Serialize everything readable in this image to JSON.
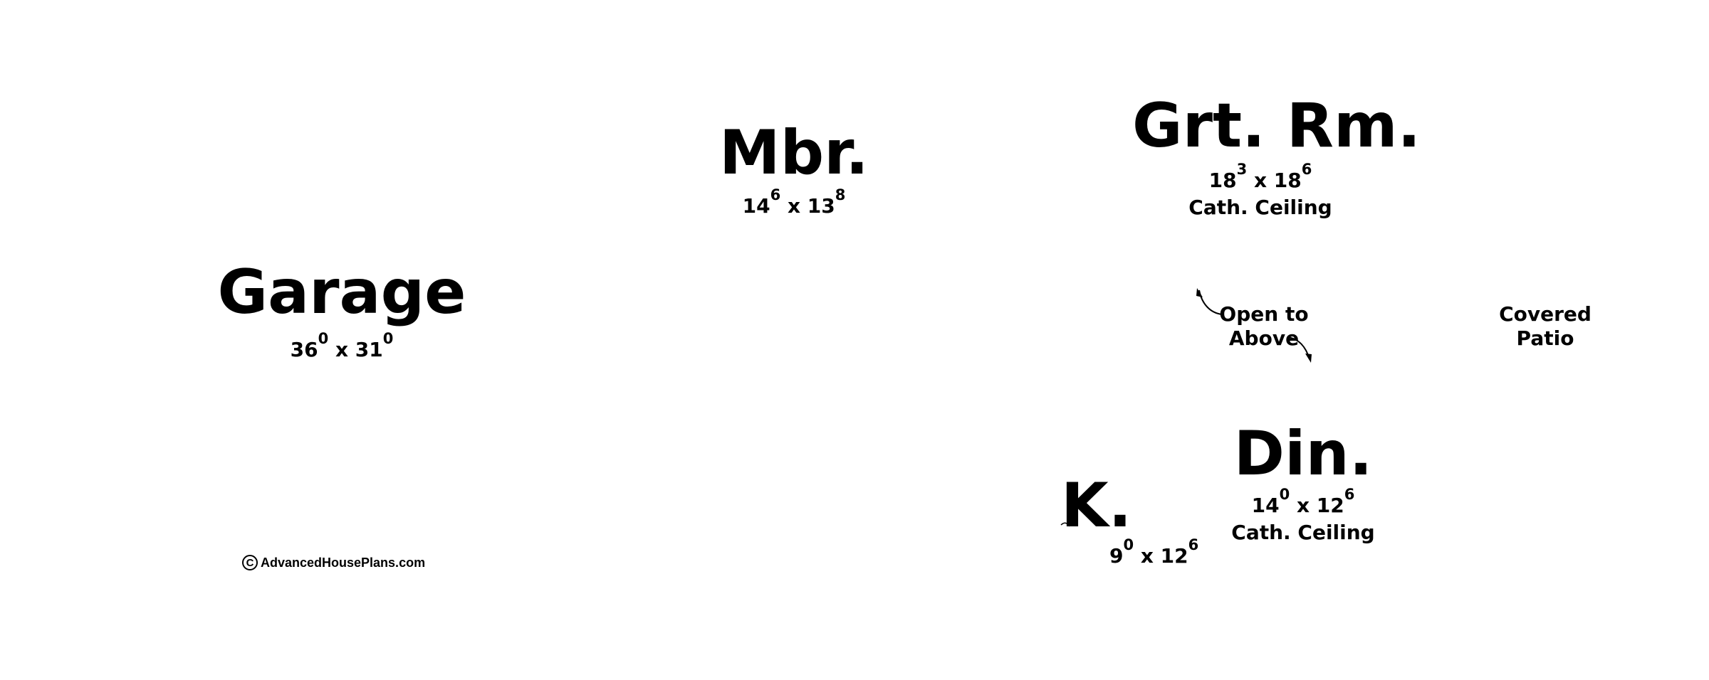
{
  "rooms": {
    "garage": {
      "name": "Garage",
      "dim_a": "36",
      "dim_a_sup": "0",
      "dim_x": "x",
      "dim_b": "31",
      "dim_b_sup": "0"
    },
    "mbr": {
      "name": "Mbr.",
      "dim_a": "14",
      "dim_a_sup": "6",
      "dim_x": "x",
      "dim_b": "13",
      "dim_b_sup": "8"
    },
    "grt_rm": {
      "name": "Grt. Rm.",
      "dim_a": "18",
      "dim_a_sup": "3",
      "dim_x": "x",
      "dim_b": "18",
      "dim_b_sup": "6",
      "note": "Cath. Ceiling"
    },
    "din": {
      "name": "Din.",
      "dim_a": "14",
      "dim_a_sup": "0",
      "dim_x": "x",
      "dim_b": "12",
      "dim_b_sup": "6",
      "note": "Cath. Ceiling"
    },
    "k": {
      "name": "K.",
      "dim_a": "9",
      "dim_a_sup": "0",
      "dim_x": "x",
      "dim_b": "12",
      "dim_b_sup": "6"
    }
  },
  "labels": {
    "open_to_above_line1": "Open to",
    "open_to_above_line2": "Above",
    "covered_patio_line1": "Covered",
    "covered_patio_line2": "Patio"
  },
  "copyright": {
    "symbol": "C",
    "text": "AdvancedHousePlans.com"
  }
}
